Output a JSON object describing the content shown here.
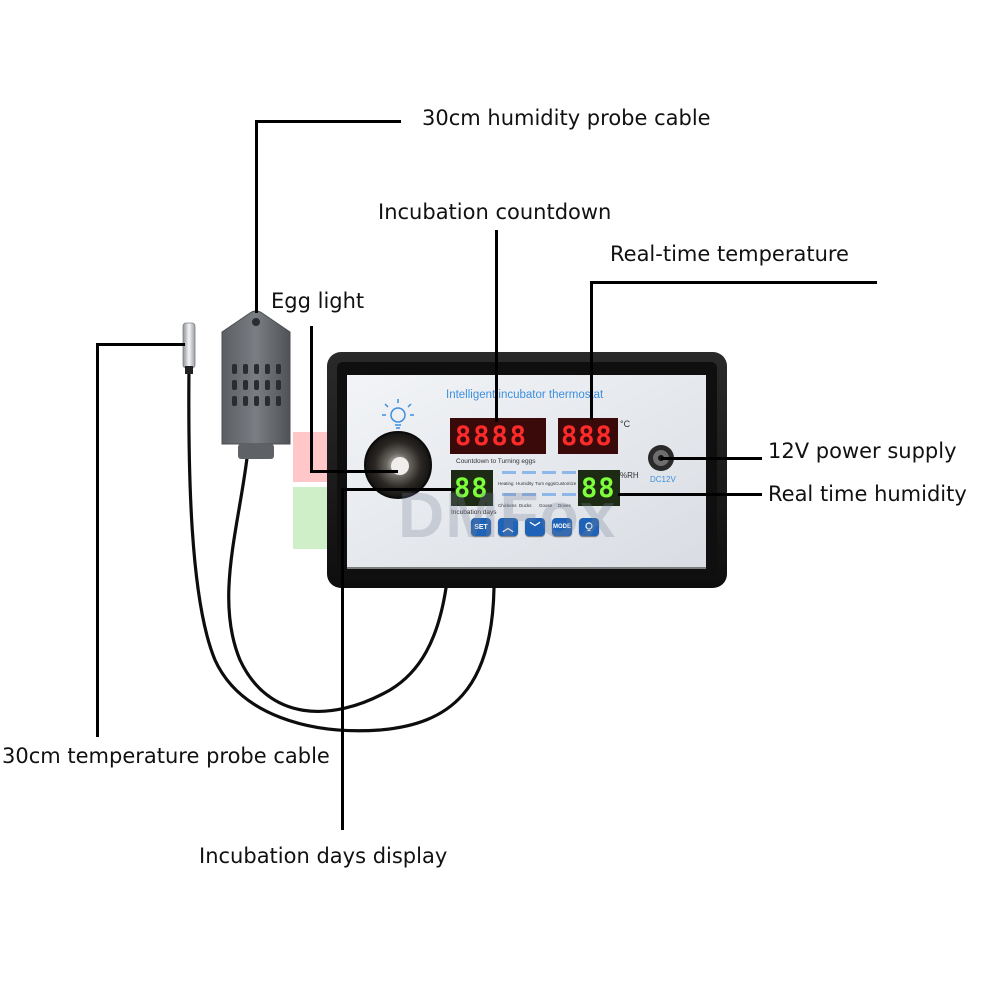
{
  "callouts": {
    "humidity_probe": "30cm humidity probe cable",
    "incubation_countdown": "Incubation countdown",
    "realtime_temperature": "Real-time temperature",
    "egg_light": "Egg light",
    "power_supply": "12V power supply",
    "realtime_humidity": "Real time humidity",
    "temperature_probe": "30cm temperature probe cable",
    "incubation_days": "Incubation days display"
  },
  "panel": {
    "title": "Intelligent incubator thermostat",
    "countdown_display": "8888",
    "temperature_display": "888",
    "temperature_unit": "°C",
    "countdown_label": "Countdown to Turning eggs",
    "days_display": "88",
    "days_label": "Incubation days",
    "humidity_display": "88",
    "humidity_unit": "%RH",
    "mode_labels_top": [
      "Heating",
      "Humidity",
      "Turn eggs",
      "Customize"
    ],
    "mode_labels_bottom": [
      "Chickens",
      "Ducks",
      "Goose",
      "Doves"
    ],
    "power_jack_label": "DC12V",
    "buttons": [
      "SET",
      "︿",
      "﹀",
      "MODE",
      ""
    ]
  },
  "watermark": "DMFox",
  "colors": {
    "display_red": "#ff2b2b",
    "display_green": "#7dff3a",
    "panel_title_blue": "#3c8fe0",
    "button_blue": "#1f63b8",
    "case_black": "#1a1a1a"
  }
}
